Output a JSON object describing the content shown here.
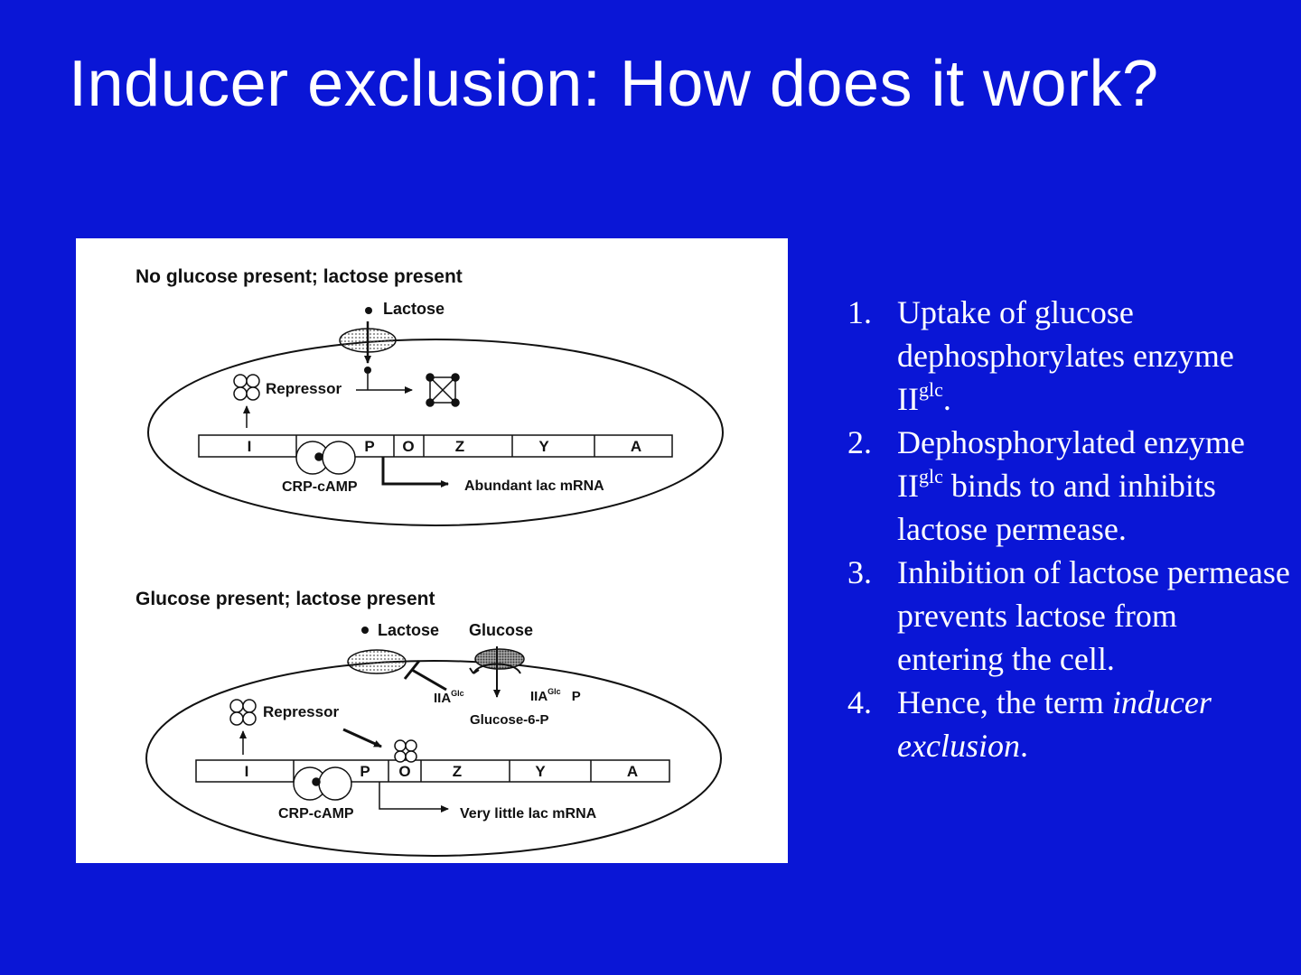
{
  "slide": {
    "title": "Inducer exclusion:  How does it work?"
  },
  "diagram": {
    "panel_top": {
      "heading": "No glucose present; lactose present",
      "lactose_label": "Lactose",
      "repressor_label": "Repressor",
      "genes": [
        "I",
        "P",
        "O",
        "Z",
        "Y",
        "A"
      ],
      "crp_label": "CRP-cAMP",
      "mrna_label": "Abundant lac mRNA"
    },
    "panel_bottom": {
      "heading": "Glucose present; lactose present",
      "lactose_label": "Lactose",
      "glucose_label": "Glucose",
      "iia_label": "IIA",
      "iia_glc_label": "IIA",
      "iia_p_label": "P",
      "glc_superscript": "Glc",
      "glucose6p_label": "Glucose-6-P",
      "repressor_label": "Repressor",
      "genes": [
        "I",
        "P",
        "O",
        "Z",
        "Y",
        "A"
      ],
      "crp_label": "CRP-cAMP",
      "mrna_label": "Very little lac mRNA"
    }
  },
  "steps": [
    {
      "num": "1.",
      "text_a": "Uptake of  glucose dephosphorylates enzyme II",
      "sup": "glc",
      "text_b": "."
    },
    {
      "num": "2.",
      "text_a": "Dephosphorylated enzyme II",
      "sup": "glc",
      "text_b": " binds to and inhibits lactose permease."
    },
    {
      "num": "3.",
      "text_a": "Inhibition of  lactose permease prevents lactose from entering the cell."
    },
    {
      "num": "4.",
      "text_a": "Hence, the term ",
      "em": "inducer exclusion",
      "text_b": "."
    }
  ],
  "colors": {
    "background": "#0a16d6",
    "text": "#ffffff",
    "figure_background": "#ffffff"
  }
}
